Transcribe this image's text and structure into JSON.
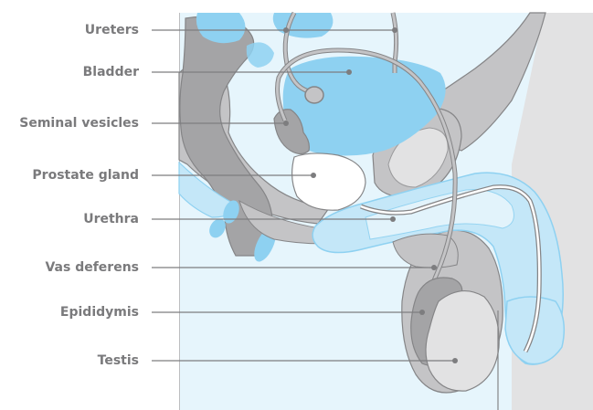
{
  "labels": [
    {
      "id": "ureters",
      "text": "Ureters"
    },
    {
      "id": "bladder",
      "text": "Bladder"
    },
    {
      "id": "seminal-vesicles",
      "text": "Seminal vesicles"
    },
    {
      "id": "prostate-gland",
      "text": "Prostate gland"
    },
    {
      "id": "urethra",
      "text": "Urethra"
    },
    {
      "id": "vas-deferens",
      "text": "Vas deferens"
    },
    {
      "id": "epididymis",
      "text": "Epididymis"
    },
    {
      "id": "testis",
      "text": "Testis"
    }
  ],
  "colors": {
    "background": "#e6f5fc",
    "blue": "#8ed1f1",
    "light_blue": "#c4e7f8",
    "dark_gray": "#a4a4a6",
    "mid_gray": "#c4c4c6",
    "light_gray": "#e2e2e3",
    "outline": "#858587",
    "leader": "#7d7d7f",
    "label_text": "#7a7a7c"
  }
}
